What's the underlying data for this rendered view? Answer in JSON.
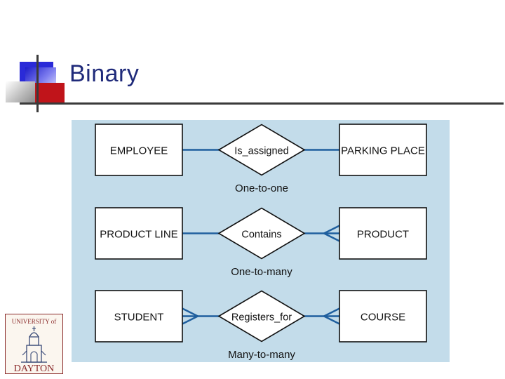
{
  "slide": {
    "title": "Binary"
  },
  "diagram": {
    "rows": [
      {
        "left_entity": "EMPLOYEE",
        "relationship": "Is_assigned",
        "right_entity": "PARKING PLACE",
        "cardinality_label": "One-to-one",
        "left_end": "one",
        "right_end": "one"
      },
      {
        "left_entity": "PRODUCT LINE",
        "relationship": "Contains",
        "right_entity": "PRODUCT",
        "cardinality_label": "One-to-many",
        "left_end": "one",
        "right_end": "many"
      },
      {
        "left_entity": "STUDENT",
        "relationship": "Registers_for",
        "right_entity": "COURSE",
        "cardinality_label": "Many-to-many",
        "left_end": "many",
        "right_end": "many"
      }
    ],
    "colors": {
      "panel_background": "#c3dcea",
      "connector": "#1f5f9e",
      "box_fill": "#ffffff",
      "box_stroke": "#111111"
    }
  },
  "logo": {
    "text_top": "UNIVERSITY of",
    "text_bottom": "DAYTON",
    "icon": "chapel-dome-icon"
  }
}
